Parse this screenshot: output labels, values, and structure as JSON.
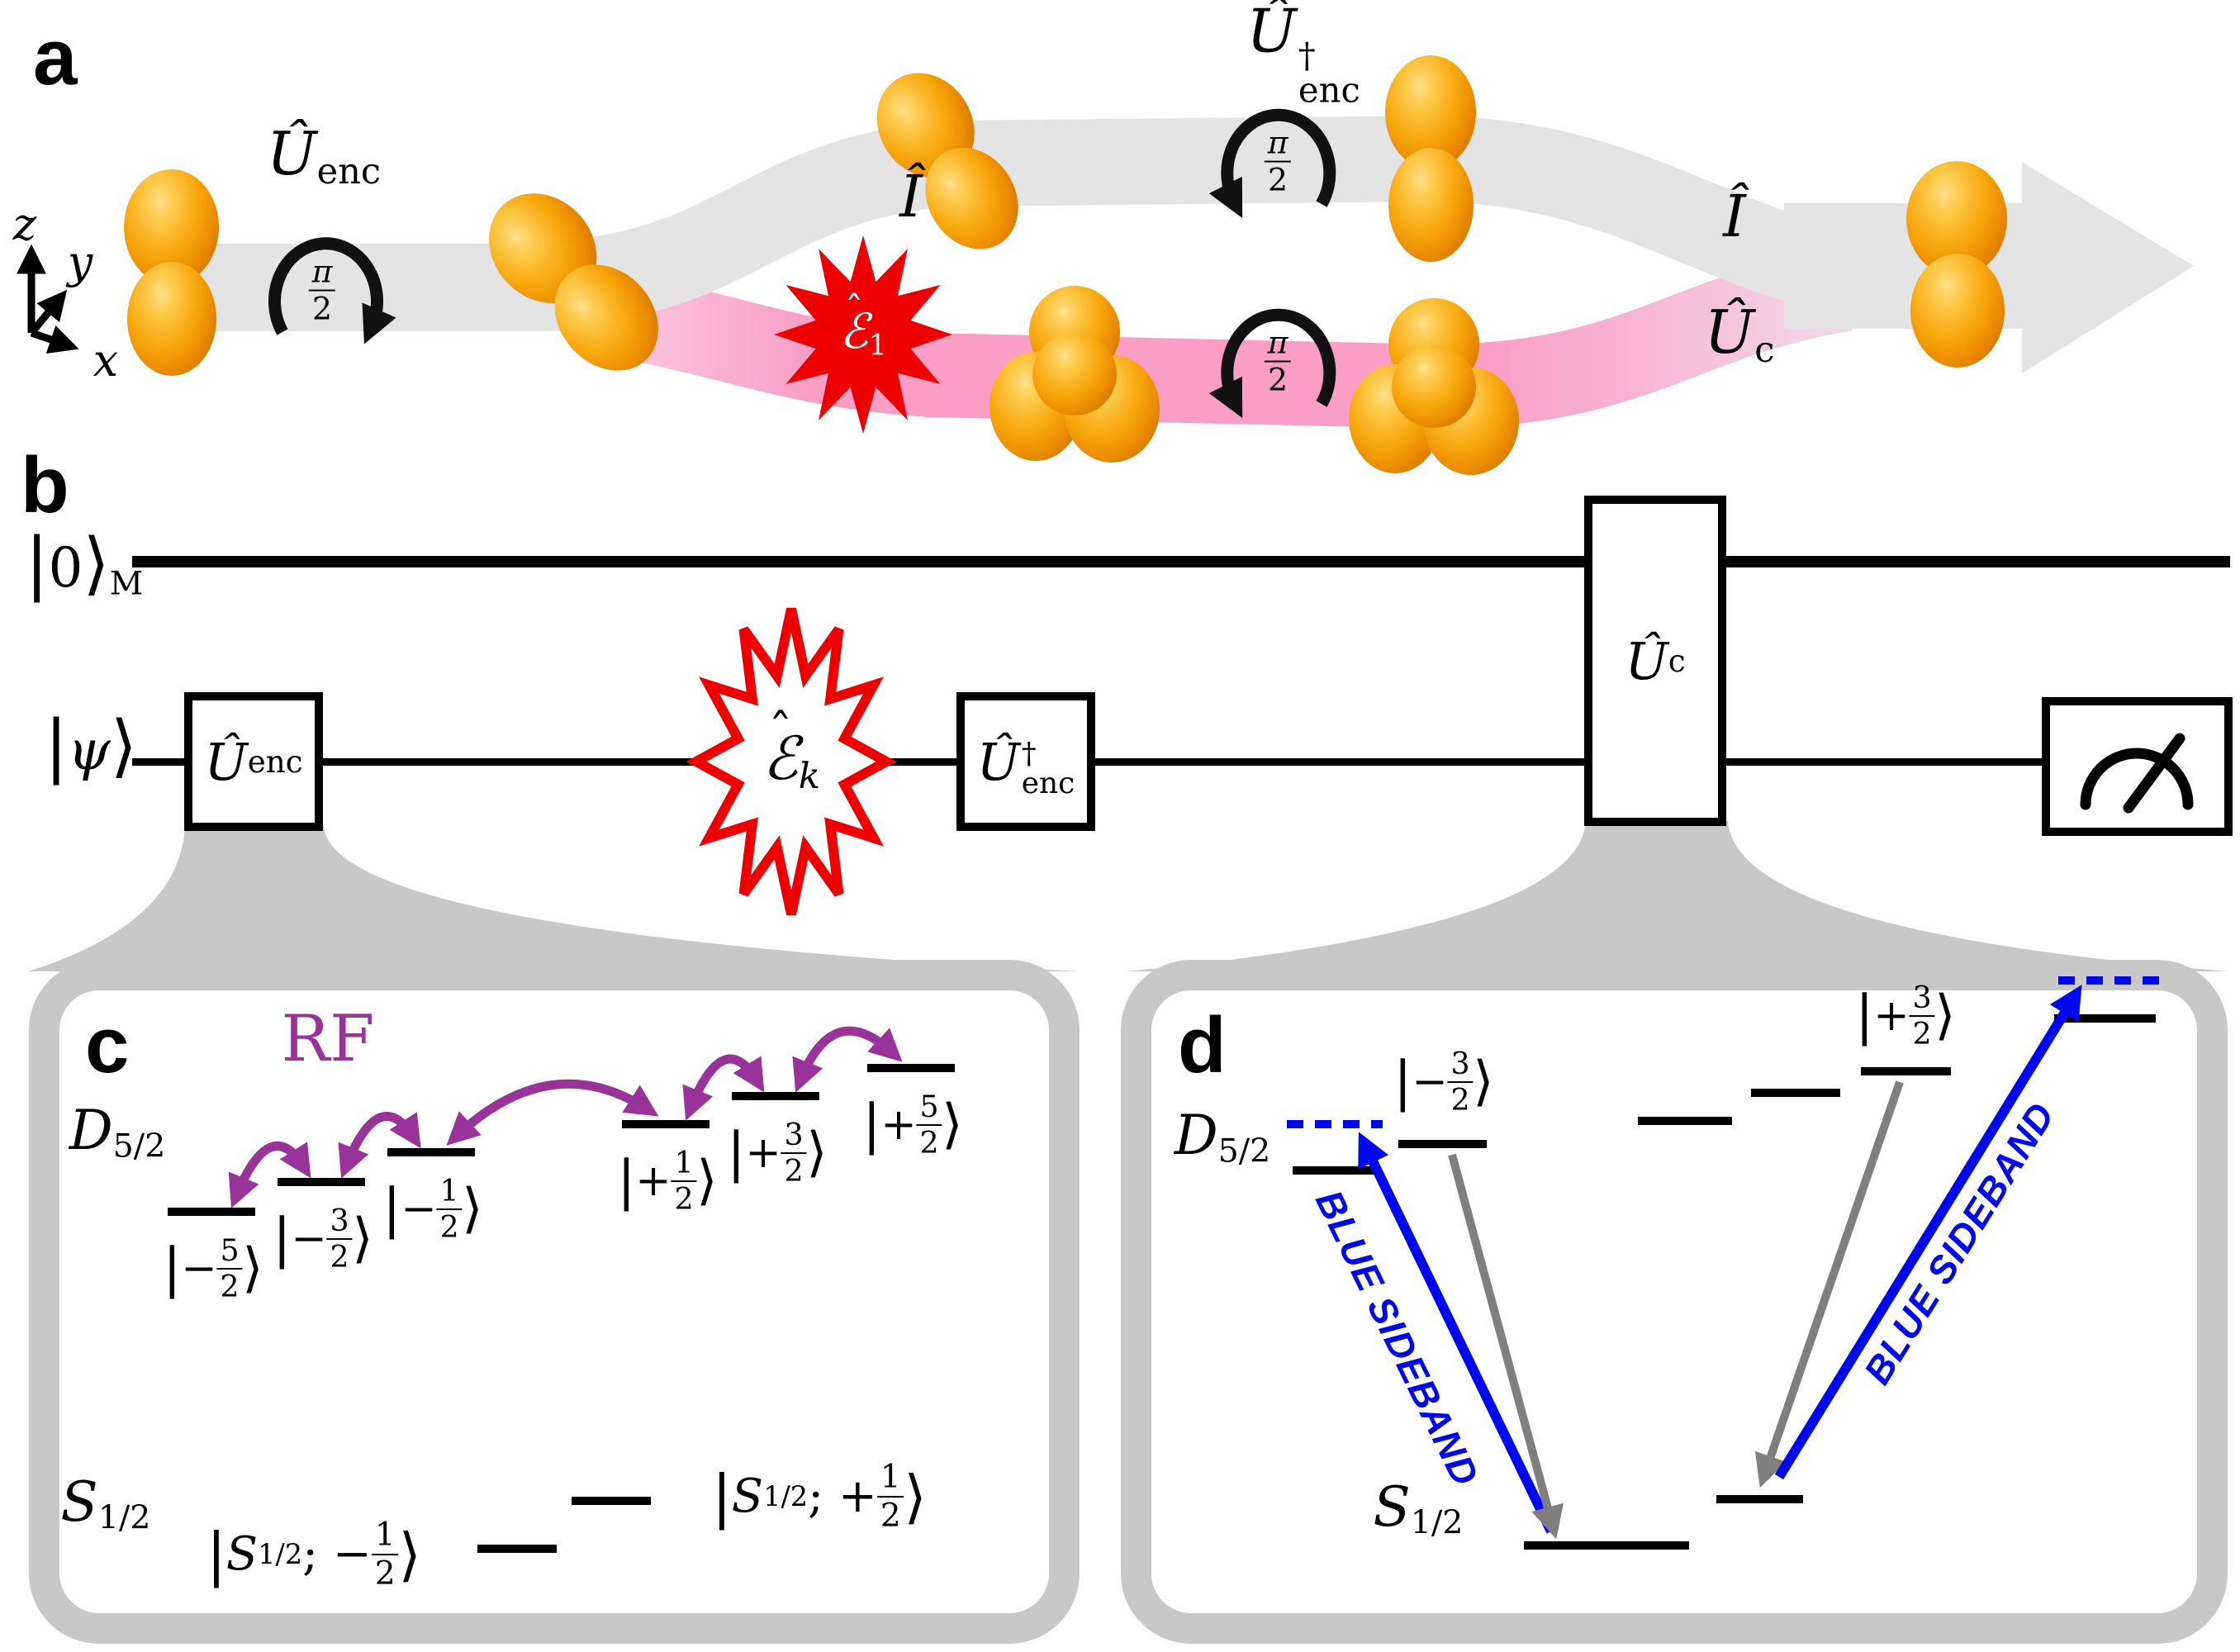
{
  "colors": {
    "orange_blob": "#f8a80e",
    "pink_path": "#fa9ec6",
    "red_error": "#ee0000",
    "purple_rf": "#993399",
    "blue_sideband": "#0008ee",
    "path_gray": "#e4e4e4",
    "panel_border_gray": "#c8c8c8",
    "gray_arrow": "#7f7f7f"
  },
  "symbols": {
    "ket_l": "|",
    "ket_r": "⟩"
  },
  "panel_a": {
    "label": "a",
    "axes": {
      "x": "x",
      "y": "y",
      "z": "z"
    },
    "u_enc": {
      "base": "Û",
      "sub": "enc"
    },
    "u_enc_dag": {
      "base": "Û",
      "sup": "†",
      "sub": "enc"
    },
    "i_top": "Î",
    "i_right": "Î",
    "u_c": {
      "base": "Û",
      "sub": "c"
    },
    "error1": {
      "hat": "ˆ",
      "base": "ℰ",
      "sub": "1"
    },
    "rot": [
      {
        "num": "π",
        "den": "2"
      },
      {
        "num": "π",
        "den": "2"
      },
      {
        "num": "π",
        "den": "2"
      }
    ]
  },
  "panel_b": {
    "label": "b",
    "motional_wire": {
      "ket_l": "|",
      "val": "0",
      "ket_r": "⟩",
      "sub": "M"
    },
    "spin_wire": {
      "ket_l": "|",
      "val": "ψ",
      "ket_r": "⟩"
    },
    "gates": {
      "u_enc": {
        "base": "Û",
        "sub": "enc"
      },
      "error": {
        "hat": "ˆ",
        "base": "ℰ",
        "sub": "k"
      },
      "u_enc_dag": {
        "base": "Û",
        "sup": "†",
        "sub": "enc"
      },
      "u_c": {
        "base": "Û",
        "sub": "c"
      }
    }
  },
  "panel_c": {
    "label": "c",
    "rf_label": "RF",
    "d_manifold": {
      "base": "D",
      "sub": "5/2"
    },
    "s_manifold": {
      "base": "S",
      "sub": "1/2"
    },
    "d_levels": [
      {
        "sign": "−",
        "num": "5",
        "den": "2"
      },
      {
        "sign": "−",
        "num": "3",
        "den": "2"
      },
      {
        "sign": "−",
        "num": "1",
        "den": "2"
      },
      {
        "sign": "+",
        "num": "1",
        "den": "2"
      },
      {
        "sign": "+",
        "num": "3",
        "den": "2"
      },
      {
        "sign": "+",
        "num": "5",
        "den": "2"
      }
    ],
    "s_levels": [
      {
        "base": "S",
        "sub": "1/2",
        "sep": ";",
        "sign": "−",
        "num": "1",
        "den": "2"
      },
      {
        "base": "S",
        "sub": "1/2",
        "sep": ";",
        "sign": "+",
        "num": "1",
        "den": "2"
      }
    ]
  },
  "panel_d": {
    "label": "d",
    "d_manifold": {
      "base": "D",
      "sub": "5/2"
    },
    "s_manifold": {
      "base": "S",
      "sub": "1/2"
    },
    "kets": [
      {
        "sign": "−",
        "num": "3",
        "den": "2"
      },
      {
        "sign": "+",
        "num": "3",
        "den": "2"
      }
    ],
    "sideband_left": "BLUE SIDEBAND",
    "sideband_right": "BLUE SIDEBAND"
  }
}
